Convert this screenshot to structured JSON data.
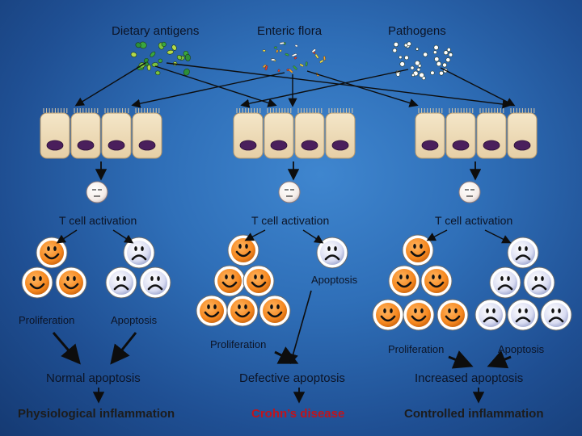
{
  "sources": {
    "dietary": "Dietary antigens",
    "flora": "Enteric flora",
    "pathogens": "Pathogens"
  },
  "columns": [
    {
      "activation": "T cell activation",
      "left_label": "Proliferation",
      "right_label": "Apoptosis",
      "result": "Normal apoptosis",
      "outcome": "Physiological inflammation",
      "outcome_color": "#1c1c1c"
    },
    {
      "activation": "T cell activation",
      "left_label": "Proliferation",
      "right_label": "Apoptosis",
      "result": "Defective apoptosis",
      "outcome": "Crohn’s disease",
      "outcome_color": "#c0141c"
    },
    {
      "activation": "T cell activation",
      "left_label": "Proliferation",
      "right_label": "Apoptosis",
      "result": "Increased apoptosis",
      "outcome": "Controlled inflammation",
      "outcome_color": "#1c1c1c"
    }
  ],
  "colors": {
    "background": "#2f6fb8",
    "happy_cell": "#f5871f",
    "sad_cell": "#d9dcf2",
    "epithelial": "#efd9b5",
    "nucleus": "#4a1f5c",
    "crohn_text": "#c0141c"
  },
  "icons": [
    "happy-tcell-icon",
    "sad-tcell-icon",
    "naive-tcell-icon",
    "epithelial-cell-icon"
  ]
}
